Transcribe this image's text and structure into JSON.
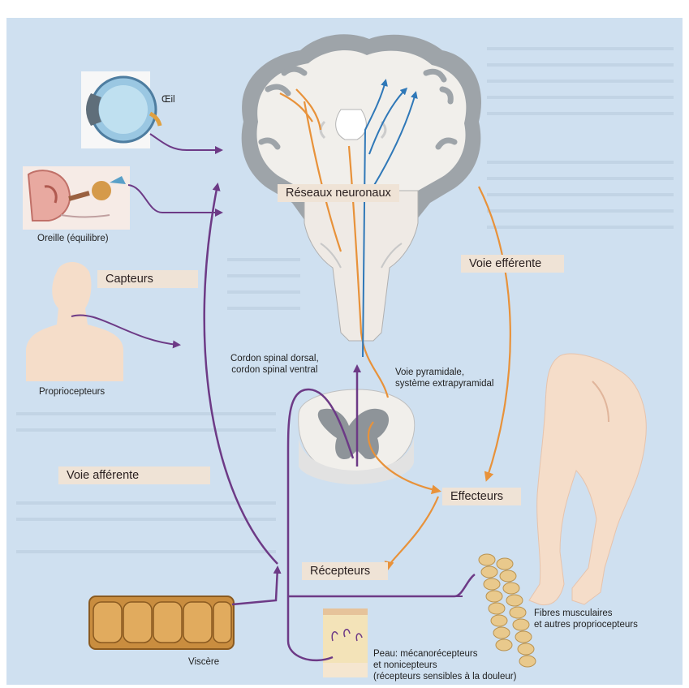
{
  "labels": {
    "oeil": "Œil",
    "oreille": "Oreille (équilibre)",
    "proprio": "Propriocepteurs",
    "cordon_l1": "Cordon spinal dorsal,",
    "cordon_l2": "cordon spinal ventral",
    "voie_pyr_l1": "Voie pyramidale,",
    "voie_pyr_l2": "système extrapyramidal",
    "fibres_l1": "Fibres musculaires",
    "fibres_l2": "et autres propriocepteurs",
    "viscere": "Viscère",
    "peau_l1": "Peau: mécanorécepteurs",
    "peau_l2": "et nonicepteurs",
    "peau_l3": "(récepteurs sensibles à la douleur)"
  },
  "boxes": {
    "reseaux": "Réseaux neuronaux",
    "capteurs": "Capteurs",
    "voie_efferente": "Voie efférente",
    "voie_afferente": "Voie afférente",
    "effecteurs": "Effecteurs",
    "recepteurs": "Récepteurs"
  },
  "colors": {
    "background": "#cfe0f0",
    "afferent_purple": "#6d3a86",
    "efferent_orange": "#e8923a",
    "motor_blue": "#2f78b8",
    "label_box": "#efe3d6",
    "brain_gray": "#9ea4a9",
    "skin": "#f5ddc9"
  }
}
